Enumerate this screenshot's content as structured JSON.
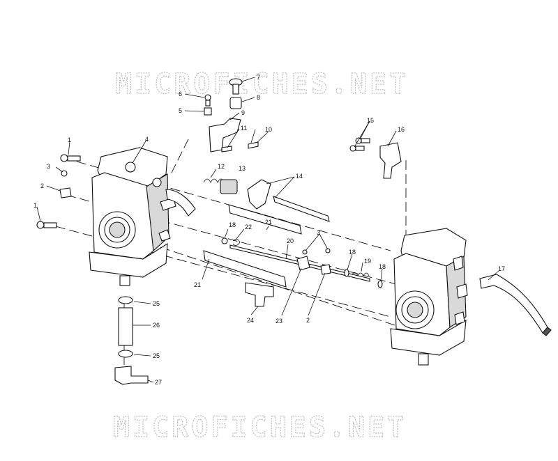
{
  "watermark": {
    "top": "MICROFICHES.NET",
    "bottom": "MICROFICHES.NET"
  },
  "callouts": {
    "c1a": "1",
    "c1b": "1",
    "c2a": "2",
    "c2b": "2",
    "c3a": "3",
    "c3b": "3",
    "c4": "4",
    "c5": "5",
    "c6": "6",
    "c7": "7",
    "c8": "8",
    "c9": "9",
    "c10": "10",
    "c11": "11",
    "c12": "12",
    "c13": "13",
    "c14": "14",
    "c15": "15",
    "c16": "16",
    "c17": "17",
    "c18a": "18",
    "c18b": "18",
    "c18c": "18",
    "c19": "19",
    "c20": "20",
    "c21a": "21",
    "c21b": "21",
    "c22": "22",
    "c23": "23",
    "c24": "24",
    "c25a": "25",
    "c25b": "25",
    "c26": "26",
    "c27": "27"
  }
}
